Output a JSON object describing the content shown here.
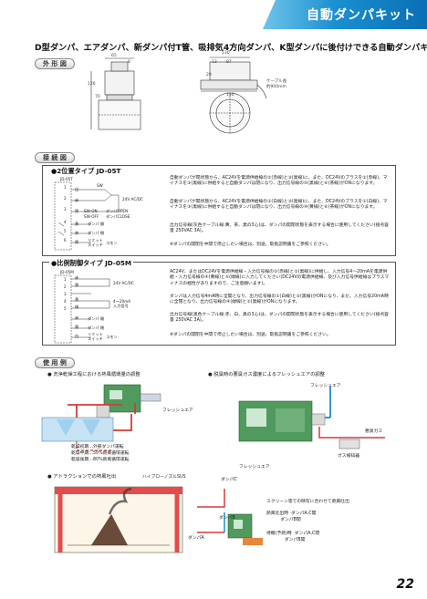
{
  "header": {
    "title": "自動ダンパキット"
  },
  "headline": "D型ダンパ、エアダンパ、新ダンパ付T管、吸排気4方向ダンパ、K型ダンパに後付けできる自動ダンパキット",
  "sections": {
    "outline": "外 形 図",
    "wiring": "接 続 図",
    "usage": "使 用 例"
  },
  "outline_dims": {
    "d65": "65",
    "d8": "8",
    "d130": "130",
    "d13": "13",
    "d87": "87",
    "d29": "29",
    "d126": "126",
    "d70": "70",
    "d150": "150",
    "cable": "ケーブル長\n約900mm"
  },
  "jd05t": {
    "title": "●2位置タイプ JD-05T",
    "model": "JD-05T",
    "paragraphs": [
      "自動ダンパが閉状態から、AC24Vを電源供給線の②(赤線)と③(黒線)に、また、DC24Vのプラスを②(赤線)、マイナスを③(黒線)に供給すると自動ダンパは閉になり、出力信号線の⑤(黒線)と⑥(茶線)がONになります。",
      "自動ダンパが開状態から、AC24Vを電源供給線の①(白線)と③(黒線)に、また、DC24Vのプラスを①(白線)、マイナスを③(黒線)に供給すると自動ダンパは閉になり、出力信号線の④(黄線)と⑥(茶線)がONになります。",
      "出力信号線(灰色ケーブル線:黄、茶、黒の3心)は、ダンパの開閉状態を表示する場合に使用してください(接点容量 250VAC 3A)。",
      "※ダンパの開閉を中間で停止したい場合は、別途、取扱説明書をご参照ください。"
    ],
    "wires": [
      "白",
      "赤",
      "黒",
      "黄",
      "茶",
      "黒"
    ],
    "labels": {
      "sw": "SW",
      "power": "24V AC/DC",
      "sw_on": "SW-ON",
      "sw_off": "SW-OFF",
      "open": "ダンパOPEN",
      "close": "ダンパCLOSE",
      "open_st": "ダンパ 開",
      "close_st": "ダンパ 閉",
      "limit": "リミット\nスイッチ",
      "common": "コモン"
    }
  },
  "jd05m": {
    "title": "●比例制御タイプ JD-05M",
    "model": "JD-05M",
    "paragraphs": [
      "AC24V、またはDC24Vを電源供給線・入力信号線の①(赤線)と②(黒線)に供給し、入力信号4～20mAを電源供給・入力信号線の④(黄線)と⑤(緑線)に入力してください(DC24Vの電源供給線、及び入力信号供給線はプラスマイナスの極性がありますので、ご注意願います)。",
      "ダンパは入力信号4mA時に全開となり、出力信号線の①(白線)と②(黒線)がONになり、また、入力信号20mA時に全閉となり、出力信号線の④(緑線)と②(黒線)がONになります。",
      "出力信号線(黒色ケーブル線:赤、白、黒の3心)は、ダンパの開閉状態を表示する場合に使用してください(接点容量 250VAC 3A)。",
      "※ダンパの開閉を中間で停止したい場合は、別途、取扱説明書をご参照ください。"
    ],
    "wires": [
      "赤",
      "黒",
      "",
      "黄",
      "緑",
      "赤",
      "黒",
      "白"
    ],
    "labels": {
      "power": "24V AC/DC",
      "signal": "4～20mA\n入力信号",
      "open_st": "ダンパ 開",
      "close_st": "ダンパ 閉",
      "limit": "リミット\nスイッチ",
      "common": "コモン"
    }
  },
  "usage": {
    "case1": "● 洗浄乾燥工程における熱風循環量の調整",
    "case2": "● 脱臭時の悪臭ガス濃度によるフレッシュエアの調整",
    "case3": "● アトラクションでの熱風吐出",
    "fresh_air": "フレッシュエア",
    "fresh_air2": "フレッシュエア",
    "fresh_air3": "フレッシュエア",
    "odor_gas": "悪臭ガス",
    "gas_detector": "ガス検知器",
    "modes": [
      "乾燥初期…外部ダンパ運転",
      "乾燥中期…50%熱風循環運転",
      "乾燥後期…80%熱風循環運転"
    ],
    "high_blow": "ハイブローノズルSUS",
    "damper_c": "ダンパC",
    "damper_b": "ダンパB",
    "damper_a": "ダンパA",
    "screen_text": "スクリーン等での映写に合わせて熱風吐出",
    "discharge": "熱風吐出時  ダンパA,C開\n          ダンパB閉",
    "standby": "待機(予熱)時  ダンパA,C閉\n             ダンパB開"
  },
  "page": "22"
}
